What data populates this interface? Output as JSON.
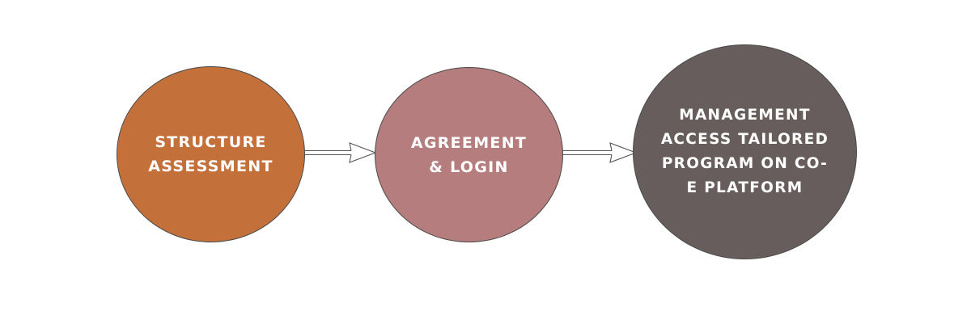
{
  "diagram": {
    "nodes": [
      {
        "id": "structure-assessment",
        "label": "STRUCTURE\nASSESSMENT",
        "color": "#c4703a"
      },
      {
        "id": "agreement-login",
        "label": "AGREEMENT\n& LOGIN",
        "color": "#b57d7d"
      },
      {
        "id": "management-access",
        "label": "MANAGEMENT\nACCESS TAILORED\nPROGRAM ON CO-\nE PLATFORM",
        "color": "#675d5d"
      }
    ],
    "edges": [
      {
        "from": "structure-assessment",
        "to": "agreement-login"
      },
      {
        "from": "agreement-login",
        "to": "management-access"
      }
    ],
    "border_color": "#4a4a4a",
    "arrow_color": "#555555"
  }
}
